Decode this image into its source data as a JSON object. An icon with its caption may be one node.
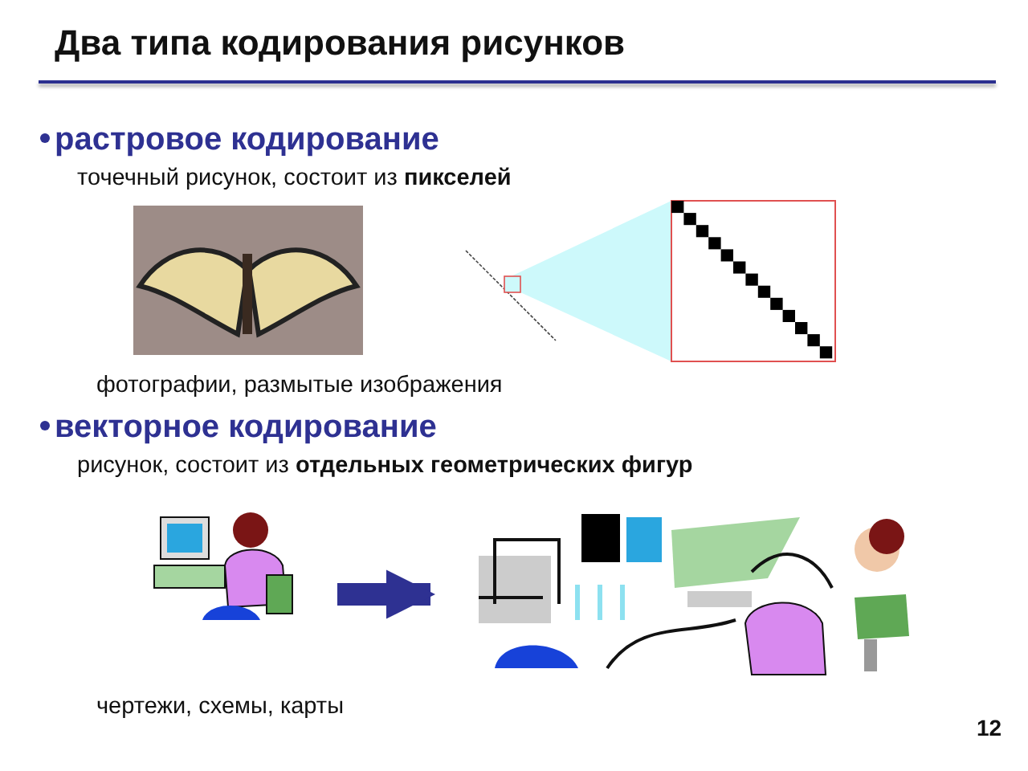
{
  "diagram": {
    "title": "Два типа кодирования рисунков",
    "nodes": [
      {
        "text": [],
        "shape": "picture"
      },
      {
        "text": [],
        "shape": "picture"
      }
    ],
    "edges": [
      {
        "from": 0,
        "to": 1,
        "arrow": "to"
      }
    ],
    "labels": [
      "растровое кодирование",
      "точечный рисунок, состоит из **пикселей**",
      "фотографии, размытые изображения",
      "векторное кодирование",
      "рисунок, состоит из **отдельных геометрических фигур**",
      "чертежи, схемы, карты",
      "12"
    ]
  }
}
